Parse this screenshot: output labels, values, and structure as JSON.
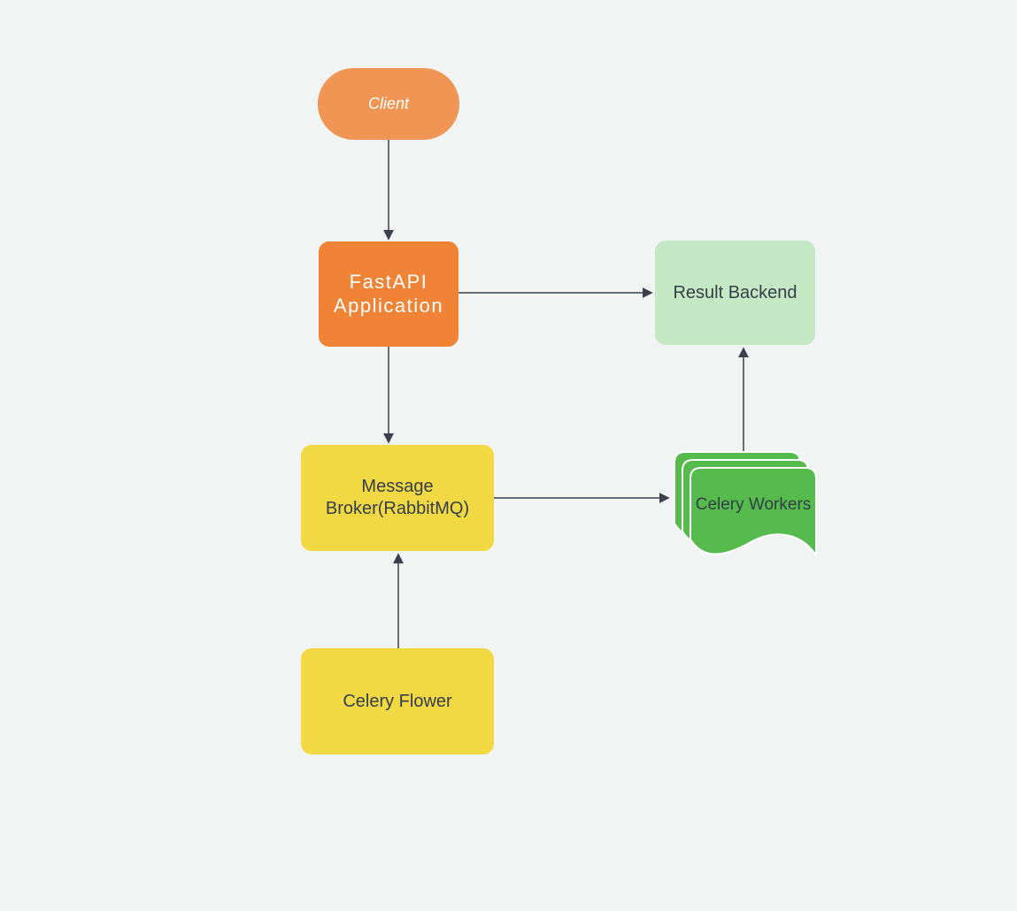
{
  "canvas": {
    "background": "#F2F4F4"
  },
  "nodes": {
    "client": {
      "label": "Client",
      "shape": "stadium",
      "fill": "#F09553",
      "text_color": "#FFFFFF",
      "text_style": "italic"
    },
    "fastapi_application": {
      "label": "FastAPI Application",
      "shape": "rounded-rectangle",
      "fill": "#F08336",
      "text_color": "#FFFFFF"
    },
    "result_backend": {
      "label": "Result Backend",
      "shape": "rounded-rectangle",
      "fill": "#C4E8C4",
      "text_color": "#333E48"
    },
    "message_broker": {
      "label": "Message Broker(RabbitMQ)",
      "shape": "rounded-rectangle",
      "fill": "#F2D944",
      "text_color": "#333E48"
    },
    "celery_workers": {
      "label": "Celery Workers",
      "shape": "multi-document",
      "fill": "#55BB4D",
      "stroke": "#FFFFFF",
      "text_color": "#333E48"
    },
    "celery_flower": {
      "label": "Celery Flower",
      "shape": "rounded-rectangle",
      "fill": "#F2D944",
      "text_color": "#333E48"
    }
  },
  "edges": {
    "color": "#3A414C",
    "list": [
      {
        "from": "client",
        "to": "fastapi_application",
        "direction": "down"
      },
      {
        "from": "fastapi_application",
        "to": "result_backend",
        "direction": "right"
      },
      {
        "from": "fastapi_application",
        "to": "message_broker",
        "direction": "down"
      },
      {
        "from": "message_broker",
        "to": "celery_workers",
        "direction": "right"
      },
      {
        "from": "celery_workers",
        "to": "result_backend",
        "direction": "up"
      },
      {
        "from": "celery_flower",
        "to": "message_broker",
        "direction": "up"
      }
    ]
  }
}
